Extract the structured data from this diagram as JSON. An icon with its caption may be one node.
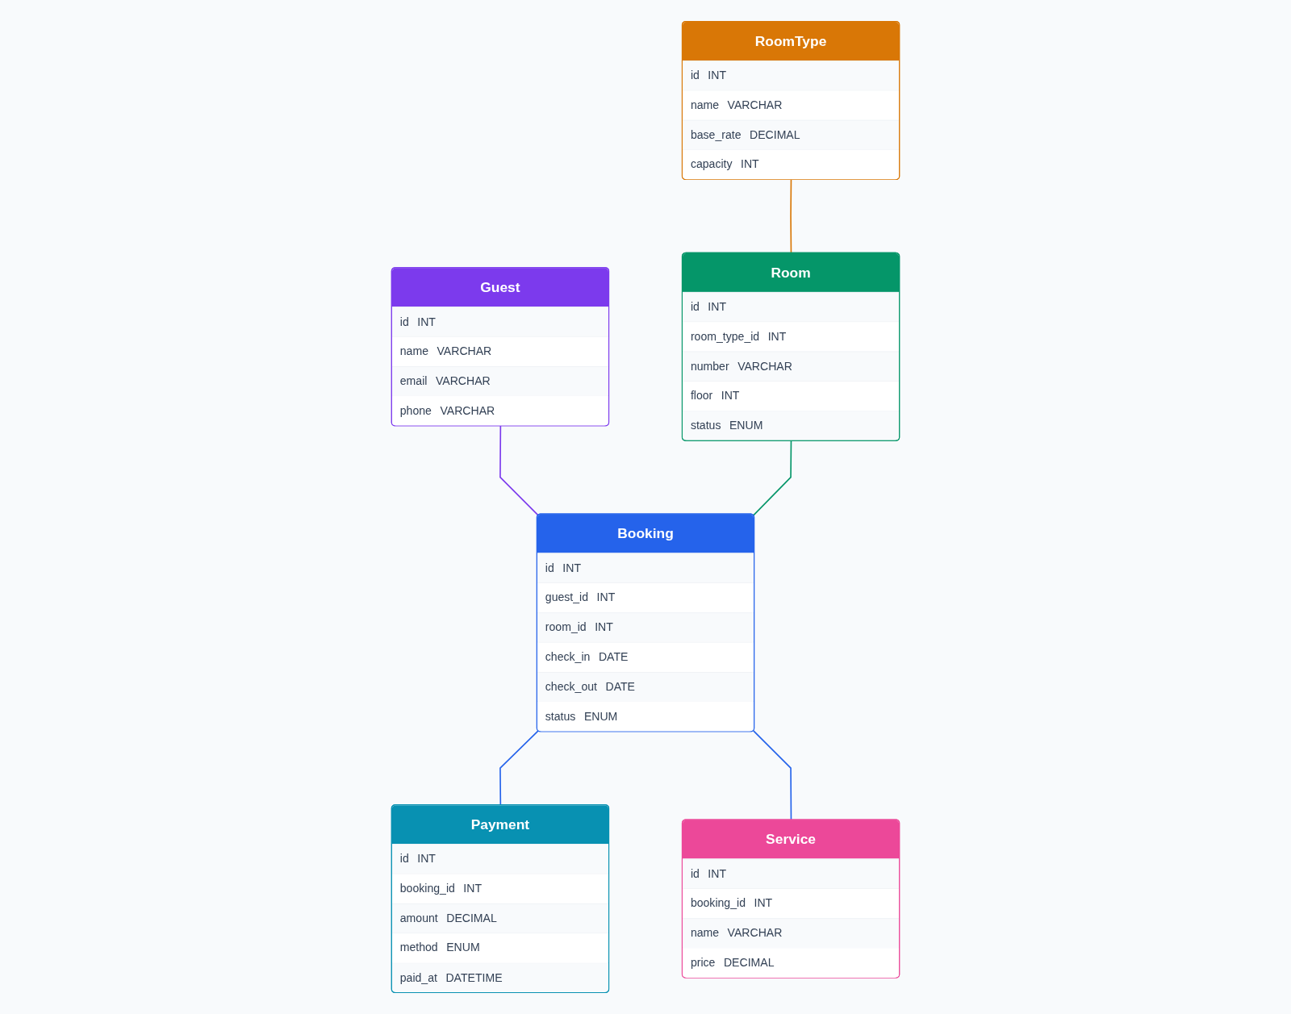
{
  "diagram": {
    "nodes": [
      {
        "text": [
          "RoomType",
          "id INT",
          "name VARCHAR",
          "base_rate DECIMAL",
          "capacity INT"
        ]
      },
      {
        "text": [
          "Guest",
          "id INT",
          "name VARCHAR",
          "email VARCHAR",
          "phone VARCHAR"
        ]
      },
      {
        "text": [
          "Room",
          "id INT",
          "room_type_id INT",
          "number VARCHAR",
          "floor INT",
          "status ENUM"
        ]
      },
      {
        "text": [
          "Booking",
          "id INT",
          "guest_id INT",
          "room_id INT",
          "check_in DATE",
          "check_out DATE",
          "status ENUM"
        ]
      },
      {
        "text": [
          "Payment",
          "id INT",
          "booking_id INT",
          "amount DECIMAL",
          "method ENUM",
          "paid_at DATETIME"
        ]
      },
      {
        "text": [
          "Service",
          "id INT",
          "booking_id INT",
          "name VARCHAR",
          "price DECIMAL"
        ]
      }
    ],
    "edges": [
      {
        "from": 0,
        "to": 2,
        "arrow": "none",
        "color": "#d97706"
      },
      {
        "from": 1,
        "to": 3,
        "arrow": "none",
        "color": "#7c3aed"
      },
      {
        "from": 2,
        "to": 3,
        "arrow": "none",
        "color": "#059669"
      },
      {
        "from": 3,
        "to": 4,
        "arrow": "none",
        "color": "#2563eb"
      },
      {
        "from": 3,
        "to": 5,
        "arrow": "none",
        "color": "#2563eb"
      }
    ]
  }
}
